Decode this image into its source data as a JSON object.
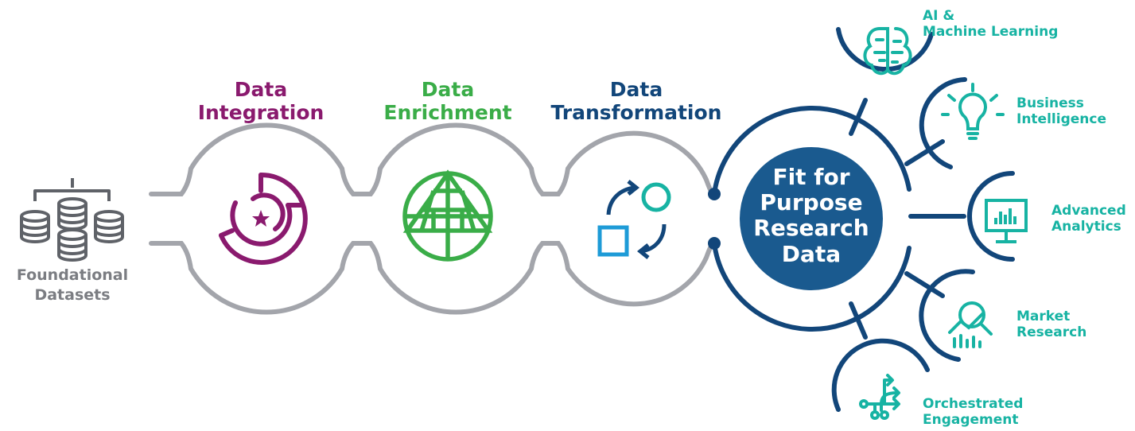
{
  "source": {
    "line1": "Foundational",
    "line2": "Datasets",
    "icon": "database-network-icon"
  },
  "stages": [
    {
      "line1": "Data",
      "line2": "Integration",
      "color": "#8a1a6e",
      "icon": "maze-star-icon"
    },
    {
      "line1": "Data",
      "line2": "Enrichment",
      "color": "#3aad48",
      "icon": "globe-pyramid-icon"
    },
    {
      "line1": "Data",
      "line2": "Transformation",
      "color": "#12467a",
      "icon": "shape-transform-icon"
    }
  ],
  "hub": {
    "line1": "Fit for",
    "line2": "Purpose",
    "line3": "Research",
    "line4": "Data",
    "fill": "#1a5a8f"
  },
  "outputs": [
    {
      "line1": "AI &",
      "line2": "Machine Learning",
      "icon": "brain-circuit-icon"
    },
    {
      "line1": "Business",
      "line2": "Intelligence",
      "icon": "lightbulb-icon"
    },
    {
      "line1": "Advanced",
      "line2": "Analytics",
      "icon": "monitor-bar-chart-icon"
    },
    {
      "line1": "Market",
      "line2": "Research",
      "icon": "magnifier-chart-icon"
    },
    {
      "line1": "Orchestrated",
      "line2": "Engagement",
      "icon": "branching-flow-icon"
    }
  ],
  "colors": {
    "pipe": "#a3a5ab",
    "navy": "#12467a",
    "teal": "#17b3a3",
    "gray": "#5f6268",
    "lightblue": "#1e9bd7"
  }
}
